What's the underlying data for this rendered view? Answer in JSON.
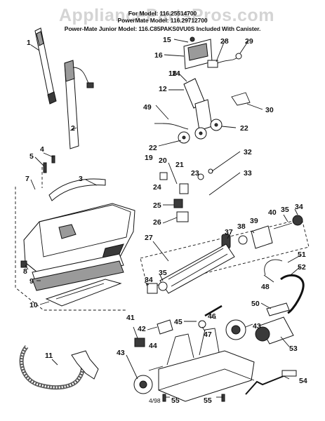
{
  "watermark": "AppliancePartsPros.com",
  "header": {
    "line1": "For Model: 116.25514700",
    "line2": "PowerMate Model: 116.29712700",
    "line3": "Power-Mate Junior Model: 116.C85PAKS0VU0S Included With Canister."
  },
  "date_code": "4/98",
  "callouts": [
    "1",
    "2",
    "3",
    "4",
    "5",
    "7",
    "8",
    "9",
    "10",
    "11",
    "12",
    "14",
    "15",
    "16",
    "18",
    "19",
    "20",
    "21",
    "22",
    "22",
    "23",
    "24",
    "25",
    "26",
    "27",
    "28",
    "29",
    "30",
    "32",
    "33",
    "34",
    "34",
    "35",
    "35",
    "37",
    "38",
    "39",
    "40",
    "41",
    "42",
    "43",
    "43",
    "44",
    "45",
    "46",
    "47",
    "48",
    "49",
    "50",
    "51",
    "52",
    "53",
    "54",
    "55",
    "55"
  ],
  "colors": {
    "line": "#111111",
    "shade": "#9a9a9a",
    "dark": "#3a3a3a",
    "watermark": "#d4d4d4"
  }
}
